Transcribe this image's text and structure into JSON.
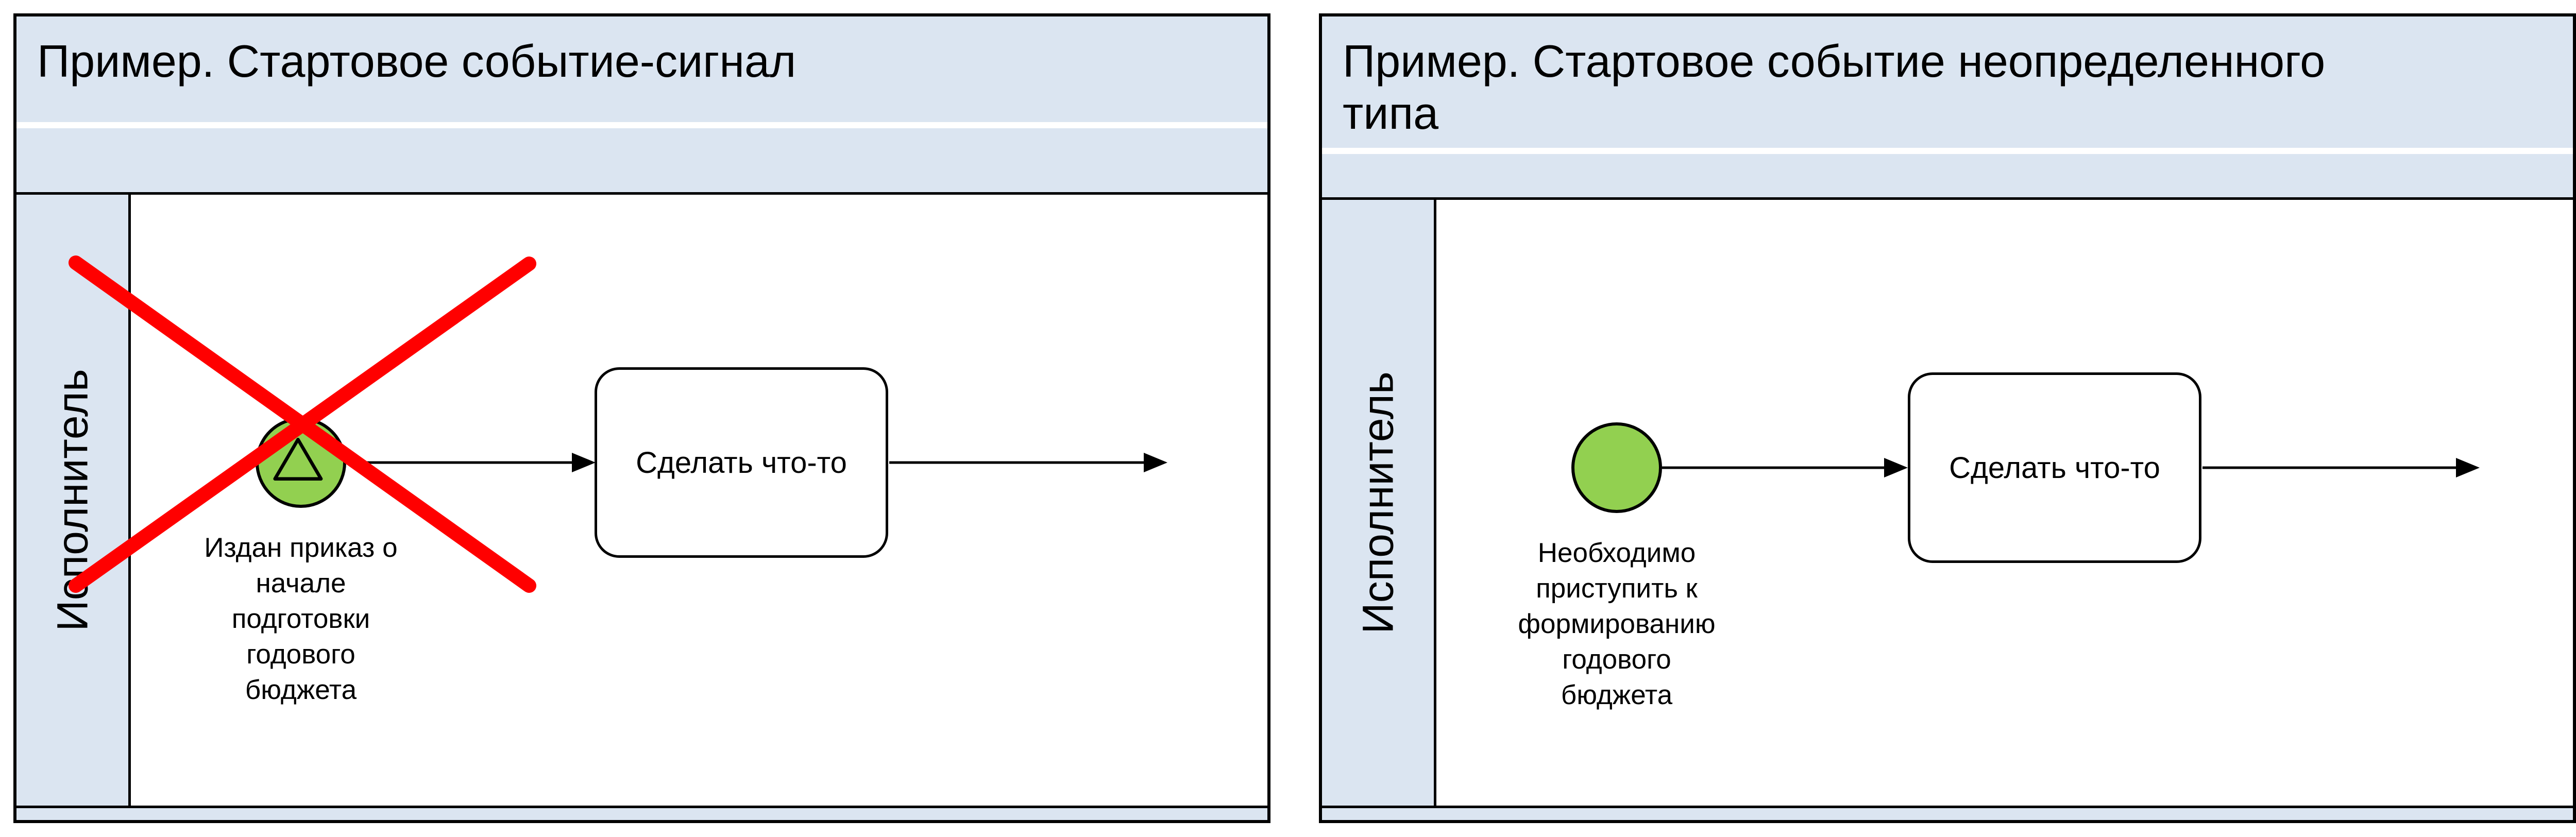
{
  "colors": {
    "pool_header_bg": "#dbe5f1",
    "event_fill": "#92d050",
    "shape_border": "#000000",
    "cross_stroke": "#ff0000"
  },
  "panels": [
    {
      "title": "Пример. Стартовое событие-сигнал",
      "lane_label": "Исполнитель",
      "event": {
        "kind": "signal-start-event",
        "label": "Издан приказ о\nначале\nподготовки\nгодового\nбюджета",
        "crossed_out": true
      },
      "task_label": "Сделать что-то"
    },
    {
      "title": "Пример. Стартовое событие неопределенного\nтипа",
      "lane_label": "Исполнитель",
      "event": {
        "kind": "untyped-start-event",
        "label": "Необходимо\nприступить к\nформированию\nгодового\nбюджета",
        "crossed_out": false
      },
      "task_label": "Сделать что-то"
    }
  ]
}
